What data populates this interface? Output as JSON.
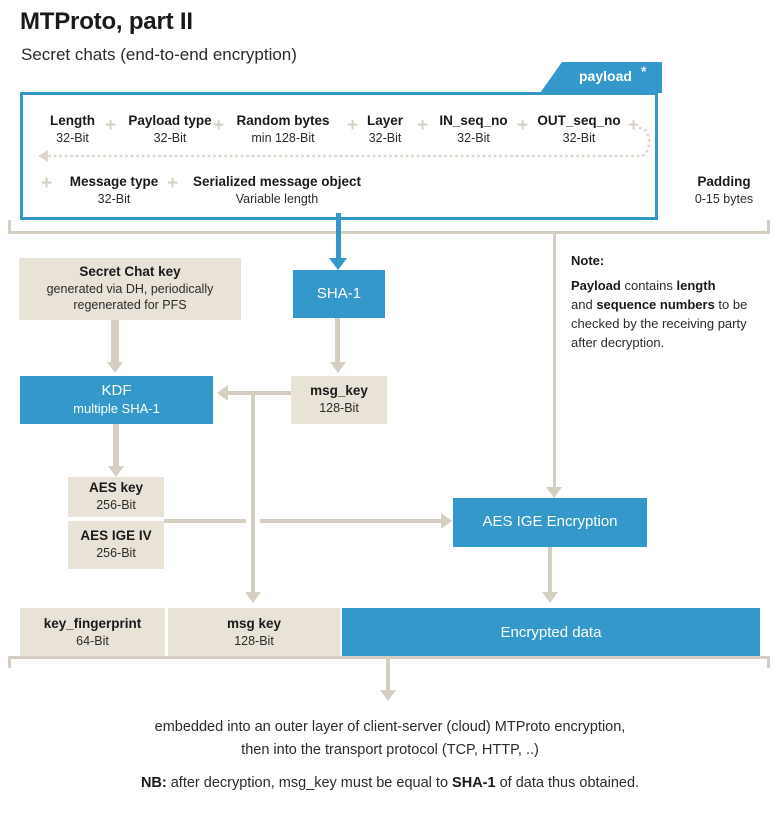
{
  "header": {
    "title": "MTProto, part II",
    "subtitle": "Secret chats (end-to-end encryption)"
  },
  "payload": {
    "tab_label": "payload",
    "tab_star": "*",
    "row1": [
      {
        "name": "Length",
        "bits": "32-Bit"
      },
      {
        "name": "Payload type",
        "bits": "32-Bit"
      },
      {
        "name": "Random bytes",
        "bits": "min 128-Bit"
      },
      {
        "name": "Layer",
        "bits": "32-Bit"
      },
      {
        "name": "IN_seq_no",
        "bits": "32-Bit"
      },
      {
        "name": "OUT_seq_no",
        "bits": "32-Bit"
      }
    ],
    "row2": [
      {
        "name": "Message type",
        "bits": "32-Bit"
      },
      {
        "name": "Serialized message object",
        "bits": "Variable length"
      }
    ],
    "plus_glyph": "+"
  },
  "padding": {
    "name": "Padding",
    "bits": "0-15 bytes"
  },
  "boxes": {
    "secret_chat_key": {
      "line1": "Secret Chat key",
      "line2": "generated via DH, periodically",
      "line3": "regenerated for PFS"
    },
    "sha1": {
      "label": "SHA-1"
    },
    "kdf": {
      "line1": "KDF",
      "line2": "multiple SHA-1"
    },
    "msg_key_top": {
      "line1": "msg_key",
      "line2": "128-Bit"
    },
    "aes_key": {
      "line1": "AES key",
      "line2": "256-Bit"
    },
    "aes_ige_iv": {
      "line1": "AES IGE IV",
      "line2": "256-Bit"
    },
    "aes_ige_encryption": {
      "label": "AES IGE Encryption"
    },
    "key_fingerprint": {
      "line1": "key_fingerprint",
      "line2": "64-Bit"
    },
    "msg_key_bottom": {
      "line1": "msg key",
      "line2": "128-Bit"
    },
    "encrypted_data": {
      "label": "Encrypted data"
    }
  },
  "note": {
    "heading": "Note:",
    "line1_a": "Payload",
    "line1_b": " contains ",
    "line1_c": "length",
    "line2_a": "and ",
    "line2_b": "sequence numbers",
    "line2_c": " to be",
    "line3": "checked by the receiving party",
    "line4": "after decryption."
  },
  "footer": {
    "line1": "embedded into an outer layer of client-server (cloud) MTProto encryption,",
    "line2": "then into the transport protocol (TCP, HTTP, ..)",
    "nb_label": "NB:",
    "nb_text_a": " after decryption, msg_key must be equal to ",
    "nb_bold": "SHA-1",
    "nb_text_b": " of data thus obtained."
  },
  "colors": {
    "blue": "#3498cb",
    "beige": "#e8e2d7",
    "connector": "#d5cfc2",
    "text": "#2b2b2b"
  }
}
